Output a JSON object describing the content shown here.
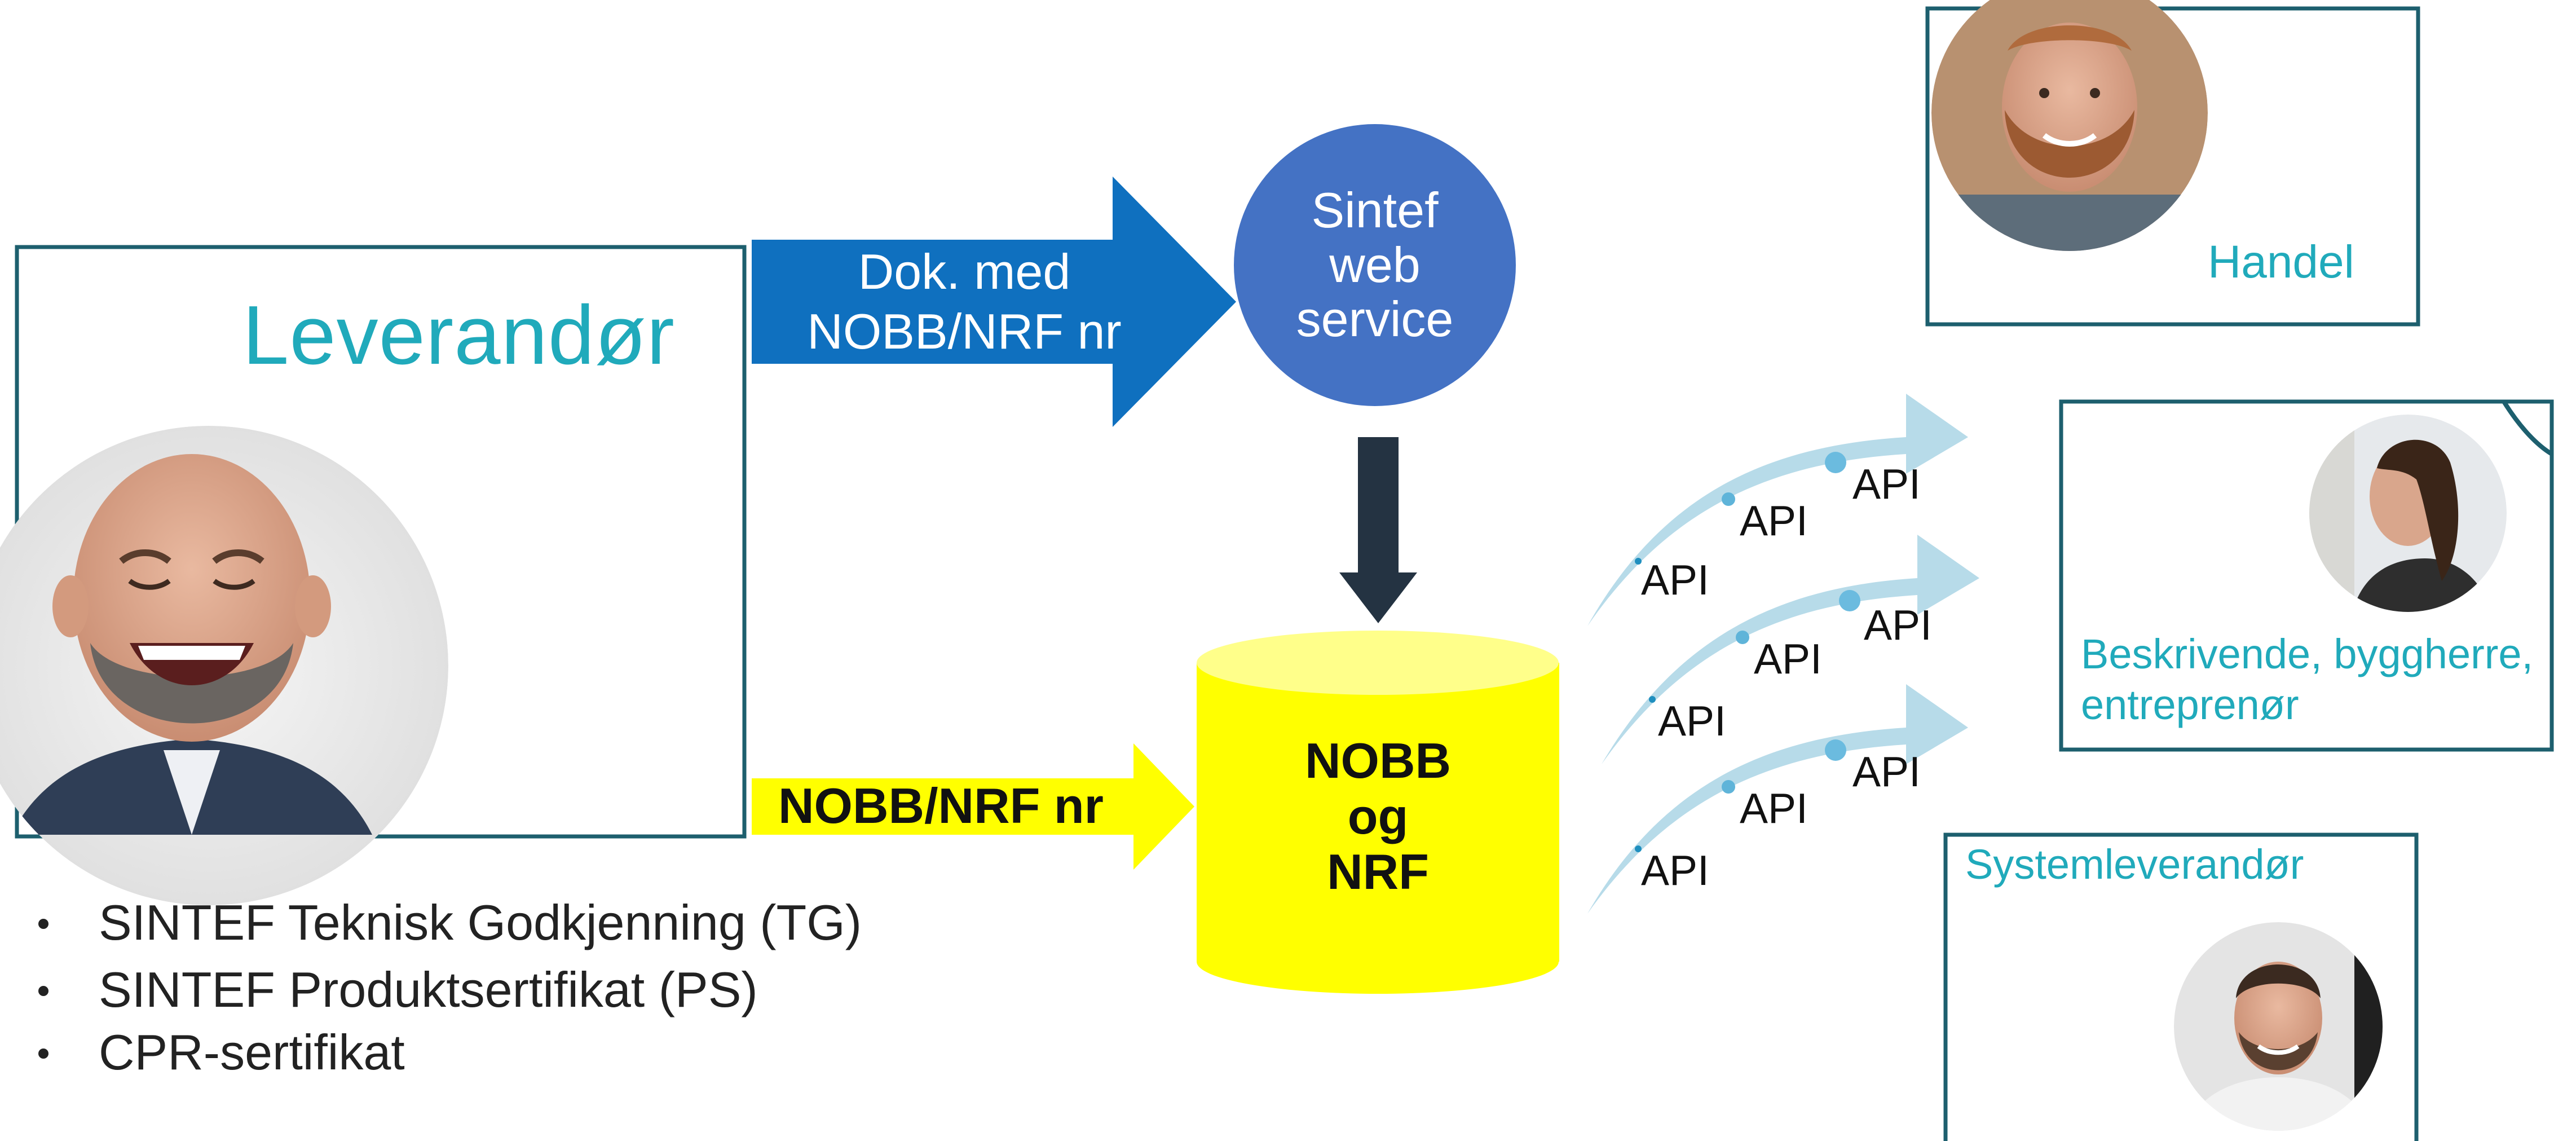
{
  "supplier_box": {
    "title": "Leverandør"
  },
  "top_arrow": {
    "line1": "Dok. med",
    "line2": "NOBB/NRF nr"
  },
  "web_service": {
    "line1": "Sintef",
    "line2": "web",
    "line3": "service"
  },
  "bottom_arrow": {
    "label": "NOBB/NRF nr"
  },
  "database": {
    "line1": "NOBB",
    "line2": "og",
    "line3": "NRF"
  },
  "api_streams": [
    {
      "labels": [
        "API",
        "API",
        "API"
      ]
    },
    {
      "labels": [
        "API",
        "API",
        "API"
      ]
    },
    {
      "labels": [
        "API",
        "API",
        "API"
      ]
    }
  ],
  "consumers": {
    "handel": {
      "label": "Handel"
    },
    "beskrivende": {
      "line1": "Beskrivende, byggherre,",
      "line2": "entreprenør"
    },
    "system": {
      "label": "Systemleverandør"
    }
  },
  "certifications": [
    "SINTEF Teknisk Godkjenning (TG)",
    "SINTEF Produktsertifikat (PS)",
    "CPR-sertifikat"
  ],
  "colors": {
    "box_border": "#1d5f6e",
    "teal_text": "#20aabb",
    "blue_arrow": "#0f70bf",
    "circle": "#4472c4",
    "yellow": "#ffff00",
    "dark_arrow": "#243342",
    "api_arrow": "#b7dbe9"
  }
}
